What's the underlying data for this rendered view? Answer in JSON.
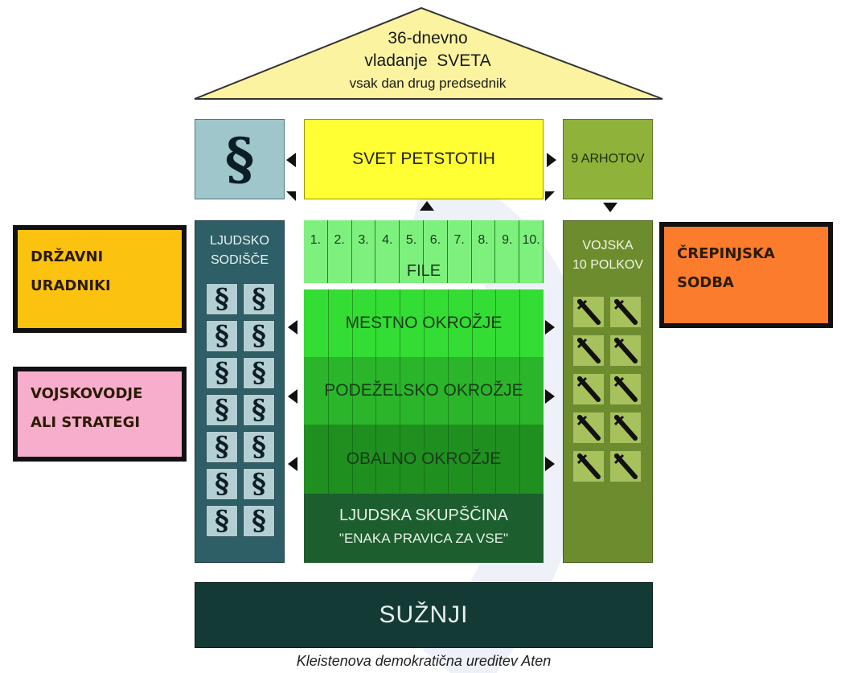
{
  "roof": {
    "line1": "36-dnevno",
    "line2": "vladanje  SVETA",
    "line3": "vsak dan drug predsednik"
  },
  "council": {
    "label": "SVET PETSTOTIH"
  },
  "archons": {
    "label": "9 ARHOTOV"
  },
  "court": {
    "line1": "LJUDSKO",
    "line2": "SODIŠČE",
    "symbol": "§",
    "symbol_count": 14
  },
  "army": {
    "line1": "VOJSKA",
    "line2": "10 POLKOV",
    "icon": "dagger-icon",
    "icon_count": 10
  },
  "phylai": {
    "numbers": [
      "1.",
      "2.",
      "3.",
      "4.",
      "5.",
      "6.",
      "7.",
      "8.",
      "9.",
      "10."
    ],
    "label": "FILE"
  },
  "districts": [
    "MESTNO OKROŽJE",
    "PODEŽELSKO OKROŽJE",
    "OBALNO OKROŽJE"
  ],
  "assembly": {
    "line1": "LJUDSKA SKUPŠČINA",
    "line2": "\"ENAKA PRAVICA ZA VSE\""
  },
  "slaves": {
    "label": "SUŽNJI"
  },
  "side_boxes": {
    "officials": {
      "line1": "DRŽAVNI",
      "line2": "URADNIKI"
    },
    "ostracism": {
      "line1": "ČREPINJSKA",
      "line2": "SODBA"
    },
    "generals": {
      "line1": "VOJSKOVODJE",
      "line2": "ALI STRATEGI"
    }
  },
  "caption": "Kleistenova demokratična ureditev Aten",
  "colors": {
    "roof": "#fbf3a0",
    "council": "#ffff33",
    "archons": "#8fb23a",
    "court": "#2f5f66",
    "army": "#6d8c2e",
    "slaves": "#143a36",
    "officials": "#fcc210",
    "ostracism": "#fa7c2c",
    "generals": "#f7aecd"
  }
}
